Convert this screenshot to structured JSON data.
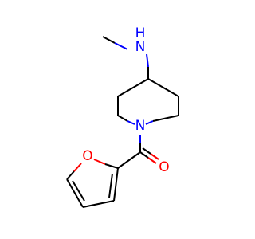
{
  "molecule": {
    "atoms": {
      "n_amine": {
        "label": "N",
        "color": "#0000ff"
      },
      "h_amine": {
        "label": "H",
        "color": "#0000ff"
      },
      "n_ring": {
        "label": "N",
        "color": "#0000ff"
      },
      "o_carbonyl": {
        "label": "O",
        "color": "#ff0000"
      },
      "o_furan": {
        "label": "O",
        "color": "#ff0000"
      }
    },
    "colors": {
      "bond": "#000000",
      "nitrogen": "#0000ff",
      "oxygen": "#ff0000",
      "background": "#ffffff"
    }
  }
}
